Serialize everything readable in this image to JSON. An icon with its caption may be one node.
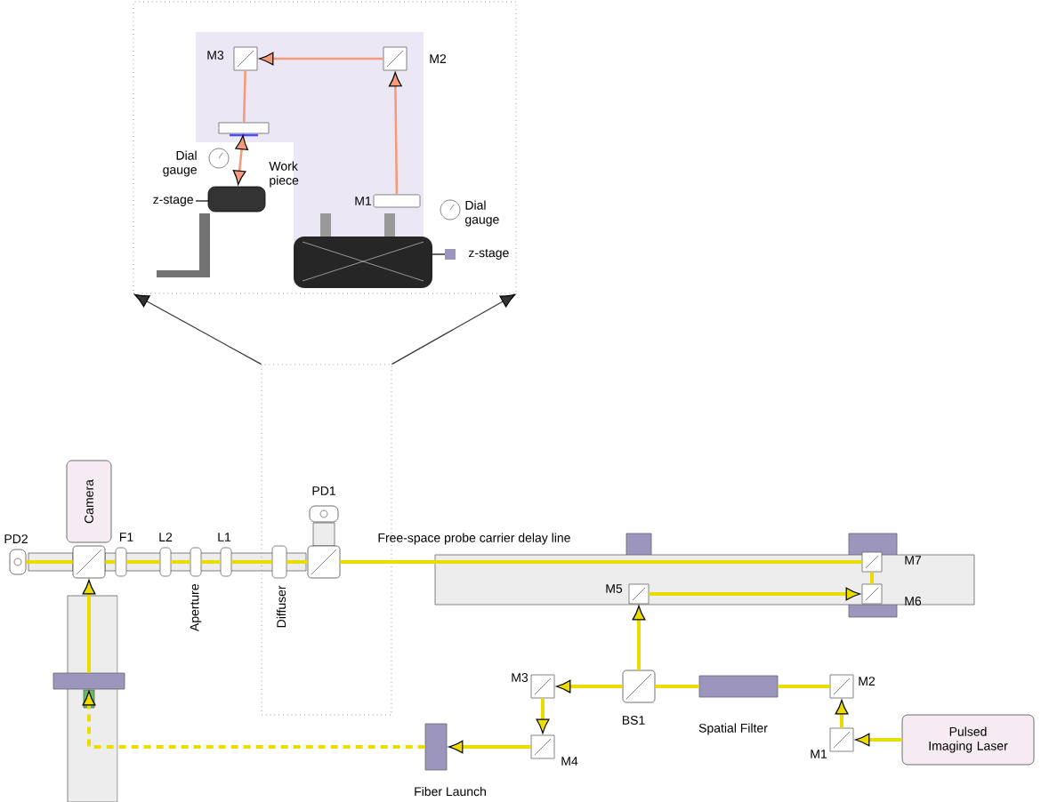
{
  "diagram": {
    "nodes": [
      {
        "text": [
          "M3"
        ],
        "in": 28
      },
      {
        "text": [
          "M2"
        ],
        "in": 28
      },
      {
        "text": [],
        "shape": "box",
        "in": 28
      },
      {
        "text": [],
        "shape": "box",
        "beside": [
          "Work piece"
        ],
        "in": 28
      },
      {
        "text": [
          "M1"
        ],
        "in": 28
      },
      {
        "text": [
          "Camera"
        ]
      },
      {
        "text": [
          "PD2"
        ]
      },
      {
        "text": [],
        "shape": "box"
      },
      {
        "text": [
          "F1"
        ]
      },
      {
        "text": [
          "L2"
        ]
      },
      {
        "text": [
          "L1"
        ]
      },
      {
        "text": [
          "Aperture"
        ]
      },
      {
        "text": [
          "Diffuser"
        ],
        "in": 29
      },
      {
        "text": [
          "PD1"
        ],
        "in": 29
      },
      {
        "text": [],
        "shape": "box",
        "in": 29
      },
      {
        "text": [
          "Free-space probe carrier delay line"
        ]
      },
      {
        "text": [
          "M5"
        ],
        "in": 15
      },
      {
        "text": [
          "M7"
        ],
        "in": 15
      },
      {
        "text": [
          "M6"
        ],
        "in": 15
      },
      {
        "text": [
          "M3"
        ]
      },
      {
        "text": [
          "BS1"
        ]
      },
      {
        "text": [
          "Spatial Filter"
        ]
      },
      {
        "text": [
          "M2"
        ]
      },
      {
        "text": [
          "M1"
        ]
      },
      {
        "text": [
          "M4"
        ]
      },
      {
        "text": [
          "Pulsed Imaging Laser"
        ]
      },
      {
        "text": [],
        "shape": "box"
      },
      {
        "text": [
          "Fiber Launch"
        ]
      },
      {
        "text": [],
        "shape": "box"
      },
      {
        "text": [],
        "shape": "box"
      }
    ],
    "edges": [
      {
        "from": 4,
        "to": 1,
        "arrow": "to",
        "color": "#f59b7c"
      },
      {
        "from": 1,
        "to": 0,
        "arrow": "to",
        "color": "#f59b7c"
      },
      {
        "from": 0,
        "to": 2,
        "arrow": "none",
        "color": "#f59b7c"
      },
      {
        "from": 2,
        "to": 3,
        "arrow": "both",
        "color": "#f59b7c"
      },
      {
        "from": 25,
        "to": 23,
        "arrow": "to"
      },
      {
        "from": 23,
        "to": 22,
        "arrow": "to"
      },
      {
        "from": 22,
        "to": 21,
        "arrow": "none"
      },
      {
        "from": 21,
        "to": 20,
        "arrow": "none"
      },
      {
        "from": 20,
        "to": 19,
        "arrow": "to"
      },
      {
        "from": 19,
        "to": 24,
        "arrow": "to"
      },
      {
        "from": 24,
        "to": 27,
        "arrow": "to"
      },
      {
        "from": 27,
        "to": 26,
        "arrow": "to",
        "style": "dashed"
      },
      {
        "from": 26,
        "to": 7,
        "arrow": "to"
      },
      {
        "from": 20,
        "to": 16,
        "arrow": "to"
      },
      {
        "from": 16,
        "to": 18,
        "arrow": "to"
      },
      {
        "from": 18,
        "to": 17,
        "arrow": "none"
      },
      {
        "from": 17,
        "to": 14,
        "arrow": "none"
      },
      {
        "from": 14,
        "to": 12,
        "arrow": "none"
      },
      {
        "from": 12,
        "to": 10,
        "arrow": "none"
      },
      {
        "from": 10,
        "to": 11,
        "arrow": "none"
      },
      {
        "from": 11,
        "to": 9,
        "arrow": "none"
      },
      {
        "from": 9,
        "to": 8,
        "arrow": "none"
      },
      {
        "from": 8,
        "to": 7,
        "arrow": "none"
      },
      {
        "from": 7,
        "to": 6,
        "arrow": "none"
      },
      {
        "from": 29,
        "to": 28,
        "arrow": "to",
        "color": "#333333"
      },
      {
        "from": 29,
        "to": 28,
        "arrow": "to",
        "color": "#333333"
      }
    ],
    "labels": [
      "Dial gauge",
      "z-stage",
      "Dial gauge",
      "z-stage"
    ]
  }
}
